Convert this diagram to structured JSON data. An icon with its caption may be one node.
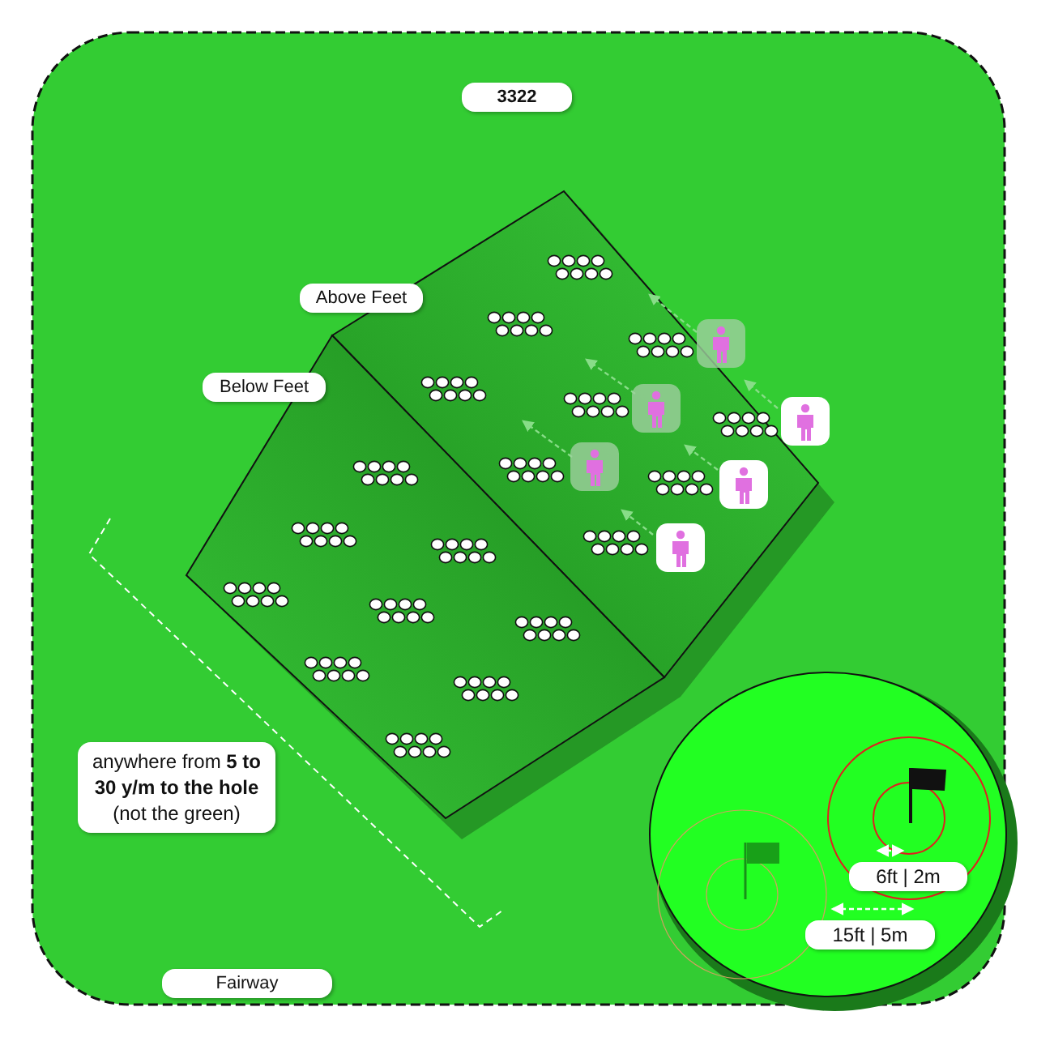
{
  "diagram": {
    "labels": [
      "3322",
      "Above Feet",
      "Below Feet",
      "anywhere from **5 to 30 y/m to the hole** (not the green)",
      "6ft | 2m",
      "15ft | 5m",
      "Fairway"
    ]
  }
}
